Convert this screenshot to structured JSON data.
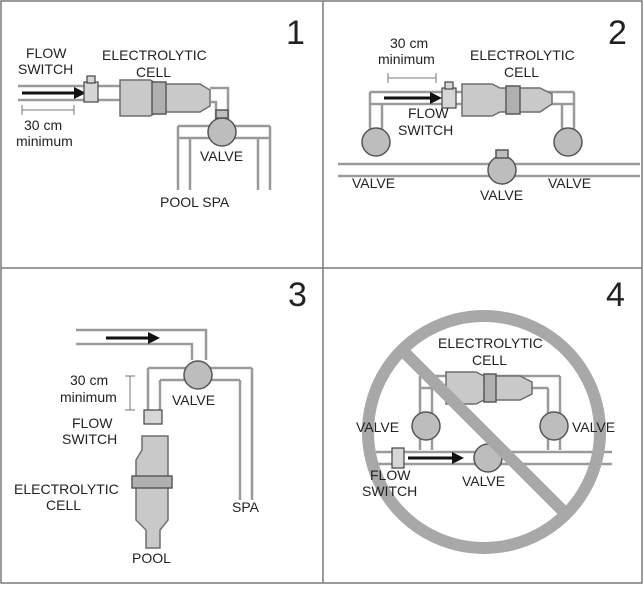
{
  "panels": [
    {
      "number": "1",
      "labels": {
        "flow_switch_1": "FLOW",
        "flow_switch_2": "SWITCH",
        "cell_1": "ELECTROLYTIC",
        "cell_2": "CELL",
        "dim_1": "30 cm",
        "dim_2": "minimum",
        "valve": "VALVE",
        "bottom": "POOL SPA"
      }
    },
    {
      "number": "2",
      "labels": {
        "dim_1": "30 cm",
        "dim_2": "minimum",
        "cell_1": "ELECTROLYTIC",
        "cell_2": "CELL",
        "flow_switch_1": "FLOW",
        "flow_switch_2": "SWITCH",
        "valve_left": "VALVE",
        "valve_mid": "VALVE",
        "valve_right": "VALVE"
      }
    },
    {
      "number": "3",
      "labels": {
        "dim_1": "30 cm",
        "dim_2": "minimum",
        "valve": "VALVE",
        "flow_switch_1": "FLOW",
        "flow_switch_2": "SWITCH",
        "cell_1": "ELECTROLYTIC",
        "cell_2": "CELL",
        "spa": "SPA",
        "pool": "POOL"
      }
    },
    {
      "number": "4",
      "labels": {
        "cell_1": "ELECTROLYTIC",
        "cell_2": "CELL",
        "valve_left": "VALVE",
        "valve_right": "VALVE",
        "flow_switch_1": "FLOW",
        "flow_switch_2": "SWITCH",
        "valve_bottom": "VALVE"
      }
    }
  ]
}
